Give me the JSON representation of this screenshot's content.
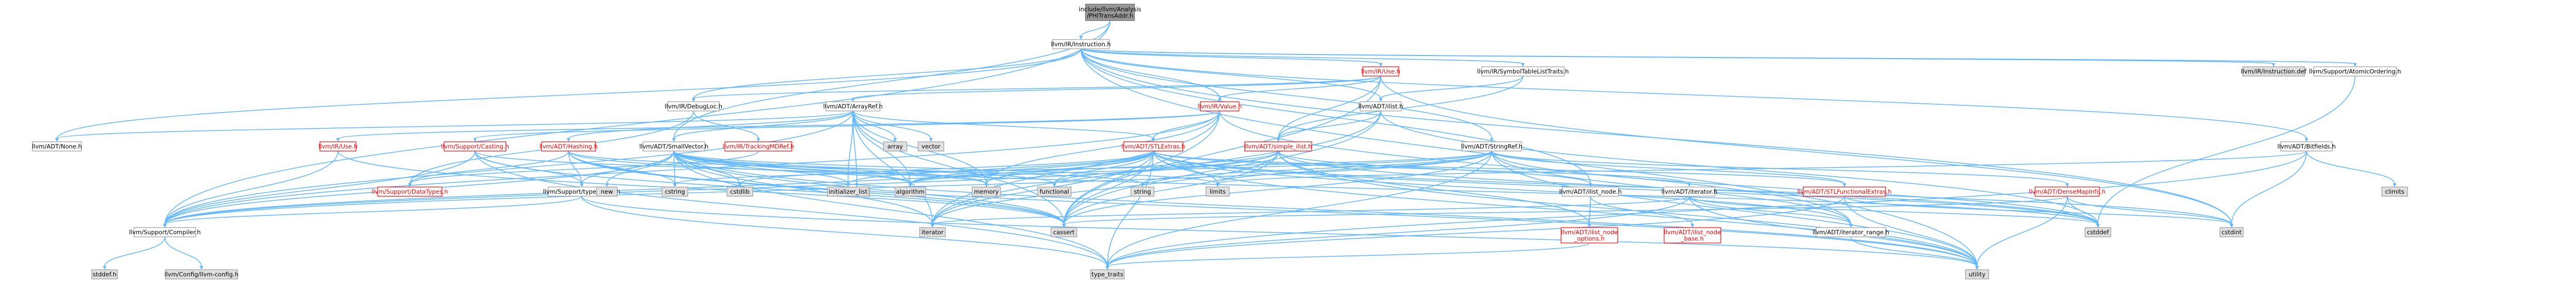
{
  "nodes": [
    {
      "id": "root",
      "lines": [
        "include/llvm/Analysis",
        "/PHITransAddr.h"
      ],
      "style": "root"
    },
    {
      "id": "instruction",
      "lines": [
        "llvm/IR/Instruction.h"
      ],
      "style": "normal"
    },
    {
      "id": "smallvector",
      "lines": [
        "llvm/ADT/SmallVector.h"
      ],
      "style": "normal"
    },
    {
      "id": "iruse",
      "lines": [
        "llvm/IR/Use.h"
      ],
      "style": "red"
    },
    {
      "id": "symtablelisttraits",
      "lines": [
        "llvm/IR/SymbolTableListTraits.h"
      ],
      "style": "normal"
    },
    {
      "id": "instructiondef",
      "lines": [
        "llvm/IR/Instruction.def"
      ],
      "style": "grey"
    },
    {
      "id": "atomicordering",
      "lines": [
        "llvm/Support/AtomicOrdering.h"
      ],
      "style": "normal"
    },
    {
      "id": "debugloc",
      "lines": [
        "llvm/IR/DebugLoc.h"
      ],
      "style": "normal"
    },
    {
      "id": "arrayref",
      "lines": [
        "llvm/ADT/ArrayRef.h"
      ],
      "style": "normal"
    },
    {
      "id": "ilist",
      "lines": [
        "llvm/ADT/ilist.h"
      ],
      "style": "normal"
    },
    {
      "id": "bitfields",
      "lines": [
        "llvm/ADT/Bitfields.h"
      ],
      "style": "normal"
    },
    {
      "id": "none",
      "lines": [
        "llvm/ADT/None.h"
      ],
      "style": "normal"
    },
    {
      "id": "irvalue",
      "lines": [
        "llvm/IR/Value.h"
      ],
      "style": "red"
    },
    {
      "id": "ilisttraits",
      "lines": [
        "llvm/ADT/simple_ilist.h"
      ],
      "style": "red"
    },
    {
      "id": "stringref",
      "lines": [
        "llvm/ADT/StringRef.h"
      ],
      "style": "normal"
    },
    {
      "id": "climits",
      "lines": [
        "climits"
      ],
      "style": "grey"
    },
    {
      "id": "iruse2",
      "lines": [
        "llvm/IR/Use.h"
      ],
      "style": "red"
    },
    {
      "id": "casting",
      "lines": [
        "llvm/Support/Casting.h"
      ],
      "style": "red"
    },
    {
      "id": "hashing",
      "lines": [
        "llvm/ADT/Hashing.h"
      ],
      "style": "red"
    },
    {
      "id": "trackingmdref",
      "lines": [
        "llvm/IR/TrackingMDRef.h"
      ],
      "style": "red"
    },
    {
      "id": "array",
      "lines": [
        "array"
      ],
      "style": "grey"
    },
    {
      "id": "vector",
      "lines": [
        "vector"
      ],
      "style": "grey"
    },
    {
      "id": "stlextras",
      "lines": [
        "llvm/ADT/STLExtras.h"
      ],
      "style": "red"
    },
    {
      "id": "cstddef_top",
      "lines": [
        "cstddef"
      ],
      "style": "grey"
    },
    {
      "id": "datatypes",
      "lines": [
        "llvm/Support/DataTypes.h"
      ],
      "style": "red"
    },
    {
      "id": "typetraitsllvm",
      "lines": [
        "llvm/Support/type_traits.h"
      ],
      "style": "normal"
    },
    {
      "id": "new",
      "lines": [
        "new"
      ],
      "style": "grey"
    },
    {
      "id": "cstring",
      "lines": [
        "cstring"
      ],
      "style": "grey"
    },
    {
      "id": "cstdlib",
      "lines": [
        "cstdlib"
      ],
      "style": "grey"
    },
    {
      "id": "initlist",
      "lines": [
        "initializer_list"
      ],
      "style": "grey"
    },
    {
      "id": "algorithm",
      "lines": [
        "algorithm"
      ],
      "style": "grey"
    },
    {
      "id": "memory",
      "lines": [
        "memory"
      ],
      "style": "grey"
    },
    {
      "id": "functional",
      "lines": [
        "functional"
      ],
      "style": "grey"
    },
    {
      "id": "string",
      "lines": [
        "string"
      ],
      "style": "grey"
    },
    {
      "id": "limits",
      "lines": [
        "limits"
      ],
      "style": "grey"
    },
    {
      "id": "ilistnode",
      "lines": [
        "llvm/ADT/ilist_node.h"
      ],
      "style": "normal"
    },
    {
      "id": "iterator",
      "lines": [
        "llvm/ADT/iterator.h"
      ],
      "style": "normal"
    },
    {
      "id": "stlfunctionalextras",
      "lines": [
        "llvm/ADT/STLFunctionalExtras.h"
      ],
      "style": "red"
    },
    {
      "id": "densemapinfo",
      "lines": [
        "llvm/ADT/DenseMapInfo.h"
      ],
      "style": "red"
    },
    {
      "id": "compiler",
      "lines": [
        "llvm/Support/Compiler.h"
      ],
      "style": "normal"
    },
    {
      "id": "iteratorstd",
      "lines": [
        "iterator"
      ],
      "style": "grey"
    },
    {
      "id": "cassert",
      "lines": [
        "cassert"
      ],
      "style": "grey"
    },
    {
      "id": "ilistnodeoptions",
      "lines": [
        "llvm/ADT/ilist_node",
        "_options.h"
      ],
      "style": "red"
    },
    {
      "id": "ilistnodebase",
      "lines": [
        "llvm/ADT/ilist_node",
        "_base.h"
      ],
      "style": "red"
    },
    {
      "id": "iteratorrange",
      "lines": [
        "llvm/ADT/iterator_range.h"
      ],
      "style": "normal"
    },
    {
      "id": "cstddef",
      "lines": [
        "cstddef"
      ],
      "style": "grey"
    },
    {
      "id": "cstdint",
      "lines": [
        "cstdint"
      ],
      "style": "grey"
    },
    {
      "id": "stddef",
      "lines": [
        "stddef.h"
      ],
      "style": "grey"
    },
    {
      "id": "llvmconfig",
      "lines": [
        "llvm/Config/llvm-config.h"
      ],
      "style": "grey"
    },
    {
      "id": "typetraits",
      "lines": [
        "type_traits"
      ],
      "style": "grey"
    },
    {
      "id": "utility",
      "lines": [
        "utility"
      ],
      "style": "grey"
    }
  ],
  "edges": [
    [
      "root",
      "instruction"
    ],
    [
      "root",
      "smallvector"
    ],
    [
      "root",
      "compiler"
    ],
    [
      "instruction",
      "iruse"
    ],
    [
      "instruction",
      "symtablelisttraits"
    ],
    [
      "instruction",
      "instructiondef"
    ],
    [
      "instruction",
      "atomicordering"
    ],
    [
      "instruction",
      "debugloc"
    ],
    [
      "instruction",
      "ilist"
    ],
    [
      "instruction",
      "bitfields"
    ],
    [
      "instruction",
      "none"
    ],
    [
      "instruction",
      "irvalue"
    ],
    [
      "instruction",
      "stringref"
    ],
    [
      "instruction",
      "ilistnode"
    ],
    [
      "instruction",
      "cstdint"
    ],
    [
      "instruction",
      "utility"
    ],
    [
      "iruse",
      "debugloc"
    ],
    [
      "iruse",
      "arrayref"
    ],
    [
      "iruse",
      "irvalue"
    ],
    [
      "iruse",
      "ilisttraits"
    ],
    [
      "iruse",
      "cstdint"
    ],
    [
      "iruse",
      "cassert"
    ],
    [
      "symtablelisttraits",
      "ilist"
    ],
    [
      "symtablelisttraits",
      "ilisttraits"
    ],
    [
      "debugloc",
      "trackingmdref"
    ],
    [
      "debugloc",
      "datatypes"
    ],
    [
      "arrayref",
      "hashing"
    ],
    [
      "arrayref",
      "none"
    ],
    [
      "arrayref",
      "smallvector"
    ],
    [
      "arrayref",
      "stlextras"
    ],
    [
      "arrayref",
      "compiler"
    ],
    [
      "arrayref",
      "algorithm"
    ],
    [
      "arrayref",
      "array"
    ],
    [
      "arrayref",
      "cassert"
    ],
    [
      "arrayref",
      "cstddef_top"
    ],
    [
      "arrayref",
      "initlist"
    ],
    [
      "arrayref",
      "iteratorstd"
    ],
    [
      "arrayref",
      "memory"
    ],
    [
      "arrayref",
      "type_traits_dummy"
    ],
    [
      "arrayref",
      "vector"
    ],
    [
      "ilist",
      "ilisttraits"
    ],
    [
      "ilist",
      "cassert"
    ],
    [
      "ilist",
      "cstddef"
    ],
    [
      "ilist",
      "iteratorstd"
    ],
    [
      "bitfields",
      "climits"
    ],
    [
      "bitfields",
      "cstdint"
    ],
    [
      "bitfields",
      "limits"
    ],
    [
      "bitfields",
      "typetraits"
    ],
    [
      "irvalue",
      "iruse2"
    ],
    [
      "irvalue",
      "casting"
    ],
    [
      "irvalue",
      "stlextras"
    ],
    [
      "irvalue",
      "iteratorrange"
    ],
    [
      "irvalue",
      "compiler"
    ],
    [
      "irvalue",
      "cassert"
    ],
    [
      "irvalue",
      "iteratorstd"
    ],
    [
      "irvalue",
      "memory"
    ],
    [
      "ilisttraits",
      "ilistnode"
    ],
    [
      "ilisttraits",
      "ilistnodeoptions"
    ],
    [
      "ilisttraits",
      "compiler"
    ],
    [
      "ilisttraits",
      "algorithm"
    ],
    [
      "ilisttraits",
      "cassert"
    ],
    [
      "ilisttraits",
      "cstddef"
    ],
    [
      "ilisttraits",
      "functional"
    ],
    [
      "ilisttraits",
      "iteratorstd"
    ],
    [
      "ilisttraits",
      "utility"
    ],
    [
      "stringref",
      "stlfunctionalextras"
    ],
    [
      "stringref",
      "densemapinfo"
    ],
    [
      "stringref",
      "iteratorrange"
    ],
    [
      "stringref",
      "compiler"
    ],
    [
      "stringref",
      "algorithm"
    ],
    [
      "stringref",
      "cassert"
    ],
    [
      "stringref",
      "cstddef"
    ],
    [
      "stringref",
      "cstring"
    ],
    [
      "stringref",
      "limits"
    ],
    [
      "stringref",
      "string"
    ],
    [
      "stringref",
      "typetraits"
    ],
    [
      "stringref",
      "utility"
    ],
    [
      "casting",
      "typetraitsllvm"
    ],
    [
      "casting",
      "compiler"
    ],
    [
      "casting",
      "cassert"
    ],
    [
      "casting",
      "memory"
    ],
    [
      "casting",
      "typetraits"
    ],
    [
      "hashing",
      "datatypes"
    ],
    [
      "hashing",
      "typetraitsllvm"
    ],
    [
      "hashing",
      "algorithm"
    ],
    [
      "hashing",
      "cassert"
    ],
    [
      "hashing",
      "cstring"
    ],
    [
      "hashing",
      "string"
    ],
    [
      "hashing",
      "tuple_dummy"
    ],
    [
      "hashing",
      "utility"
    ],
    [
      "smallvector",
      "compiler"
    ],
    [
      "smallvector",
      "typetraitsllvm"
    ],
    [
      "smallvector",
      "algorithm"
    ],
    [
      "smallvector",
      "cassert"
    ],
    [
      "smallvector",
      "cstddef"
    ],
    [
      "smallvector",
      "cstdlib"
    ],
    [
      "smallvector",
      "cstring"
    ],
    [
      "smallvector",
      "functional"
    ],
    [
      "smallvector",
      "initlist"
    ],
    [
      "smallvector",
      "iteratorstd"
    ],
    [
      "smallvector",
      "limits"
    ],
    [
      "smallvector",
      "memory"
    ],
    [
      "smallvector",
      "new"
    ],
    [
      "smallvector",
      "typetraits"
    ],
    [
      "smallvector",
      "utility"
    ],
    [
      "stlextras",
      "stlfunctionalextras"
    ],
    [
      "stlextras",
      "iterator"
    ],
    [
      "stlextras",
      "iteratorrange"
    ],
    [
      "stlextras",
      "compiler"
    ],
    [
      "stlextras",
      "algorithm"
    ],
    [
      "stlextras",
      "cassert"
    ],
    [
      "stlextras",
      "cstddef"
    ],
    [
      "stlextras",
      "cstdint"
    ],
    [
      "stlextras",
      "cstdlib"
    ],
    [
      "stlextras",
      "functional"
    ],
    [
      "stlextras",
      "initlist"
    ],
    [
      "stlextras",
      "iteratorstd"
    ],
    [
      "stlextras",
      "limits"
    ],
    [
      "stlextras",
      "memory"
    ],
    [
      "stlextras",
      "tuple_dummy"
    ],
    [
      "stlextras",
      "typetraits"
    ],
    [
      "stlextras",
      "utility"
    ],
    [
      "ilistnode",
      "ilistnodebase"
    ],
    [
      "ilistnode",
      "ilistnodeoptions"
    ],
    [
      "iterator",
      "iteratorrange"
    ],
    [
      "iterator",
      "cstddef"
    ],
    [
      "iterator",
      "iteratorstd"
    ],
    [
      "iterator",
      "typetraits"
    ],
    [
      "iterator",
      "utility"
    ],
    [
      "iteratorrange",
      "utility"
    ],
    [
      "stlfunctionalextras",
      "typetraits"
    ],
    [
      "stlfunctionalextras",
      "cstdint"
    ],
    [
      "stlfunctionalextras",
      "utility"
    ],
    [
      "densemapinfo",
      "cassert"
    ],
    [
      "densemapinfo",
      "cstddef"
    ],
    [
      "densemapinfo",
      "cstdint"
    ],
    [
      "densemapinfo",
      "utility"
    ],
    [
      "typetraitsllvm",
      "compiler"
    ],
    [
      "typetraitsllvm",
      "typetraits"
    ],
    [
      "typetraitsllvm",
      "utility"
    ],
    [
      "compiler",
      "stddef"
    ],
    [
      "compiler",
      "llvmconfig"
    ],
    [
      "ilistnodeoptions",
      "typetraits"
    ],
    [
      "atomicordering",
      "cstddef"
    ],
    [
      "iruse2",
      "compiler"
    ],
    [
      "iruse2",
      "cassert"
    ],
    [
      "trackingmdref",
      "datatypes"
    ]
  ]
}
